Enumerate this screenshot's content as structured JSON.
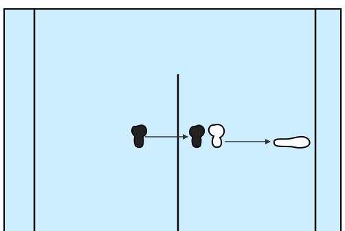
{
  "colors": {
    "background": "#cceeff",
    "outline": "#000000",
    "dark_shape": "#222222",
    "light_shape": "#ffffff",
    "arrow": "#333333"
  },
  "figures": [
    {
      "id": "dark-figure-left",
      "fill": "dark"
    },
    {
      "id": "dark-figure-right",
      "fill": "dark"
    },
    {
      "id": "light-figure",
      "fill": "light"
    },
    {
      "id": "elongated-light-shape",
      "fill": "light"
    }
  ],
  "arrows": [
    {
      "from": "dark-figure-left",
      "to": "dark-figure-right"
    },
    {
      "from": "light-figure",
      "to": "elongated-light-shape"
    }
  ]
}
